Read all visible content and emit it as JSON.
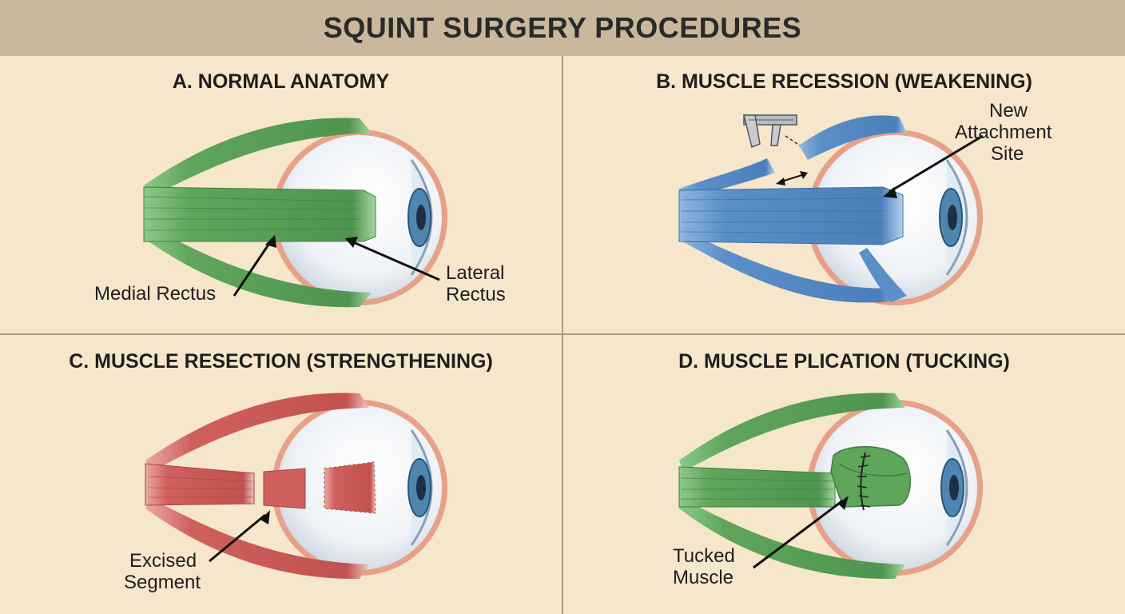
{
  "title": "SQUINT SURGERY PROCEDURES",
  "panels": [
    {
      "heading": "A. NORMAL ANATOMY",
      "labels": {
        "medial": "Medial Rectus",
        "lateral_1": "Lateral",
        "lateral_2": "Rectus"
      }
    },
    {
      "heading": "B. MUSCLE RECESSION (WEAKENING)",
      "labels": {
        "line1": "New",
        "line2": "Attachment",
        "line3": "Site"
      }
    },
    {
      "heading": "C. MUSCLE RESECTION (STRENGTHENING)",
      "labels": {
        "line1": "Excised",
        "line2": "Segment"
      }
    },
    {
      "heading": "D. MUSCLE PLICATION (TUCKING)",
      "labels": {
        "line1": "Tucked",
        "line2": "Muscle"
      }
    }
  ],
  "colors": {
    "header_bg": "#c9b89c",
    "panel_bg": "#f5e6cc",
    "green_muscle": "#5fa55a",
    "blue_muscle": "#5b8fc9",
    "red_muscle": "#d0605c",
    "iris": "#4f86b0"
  }
}
